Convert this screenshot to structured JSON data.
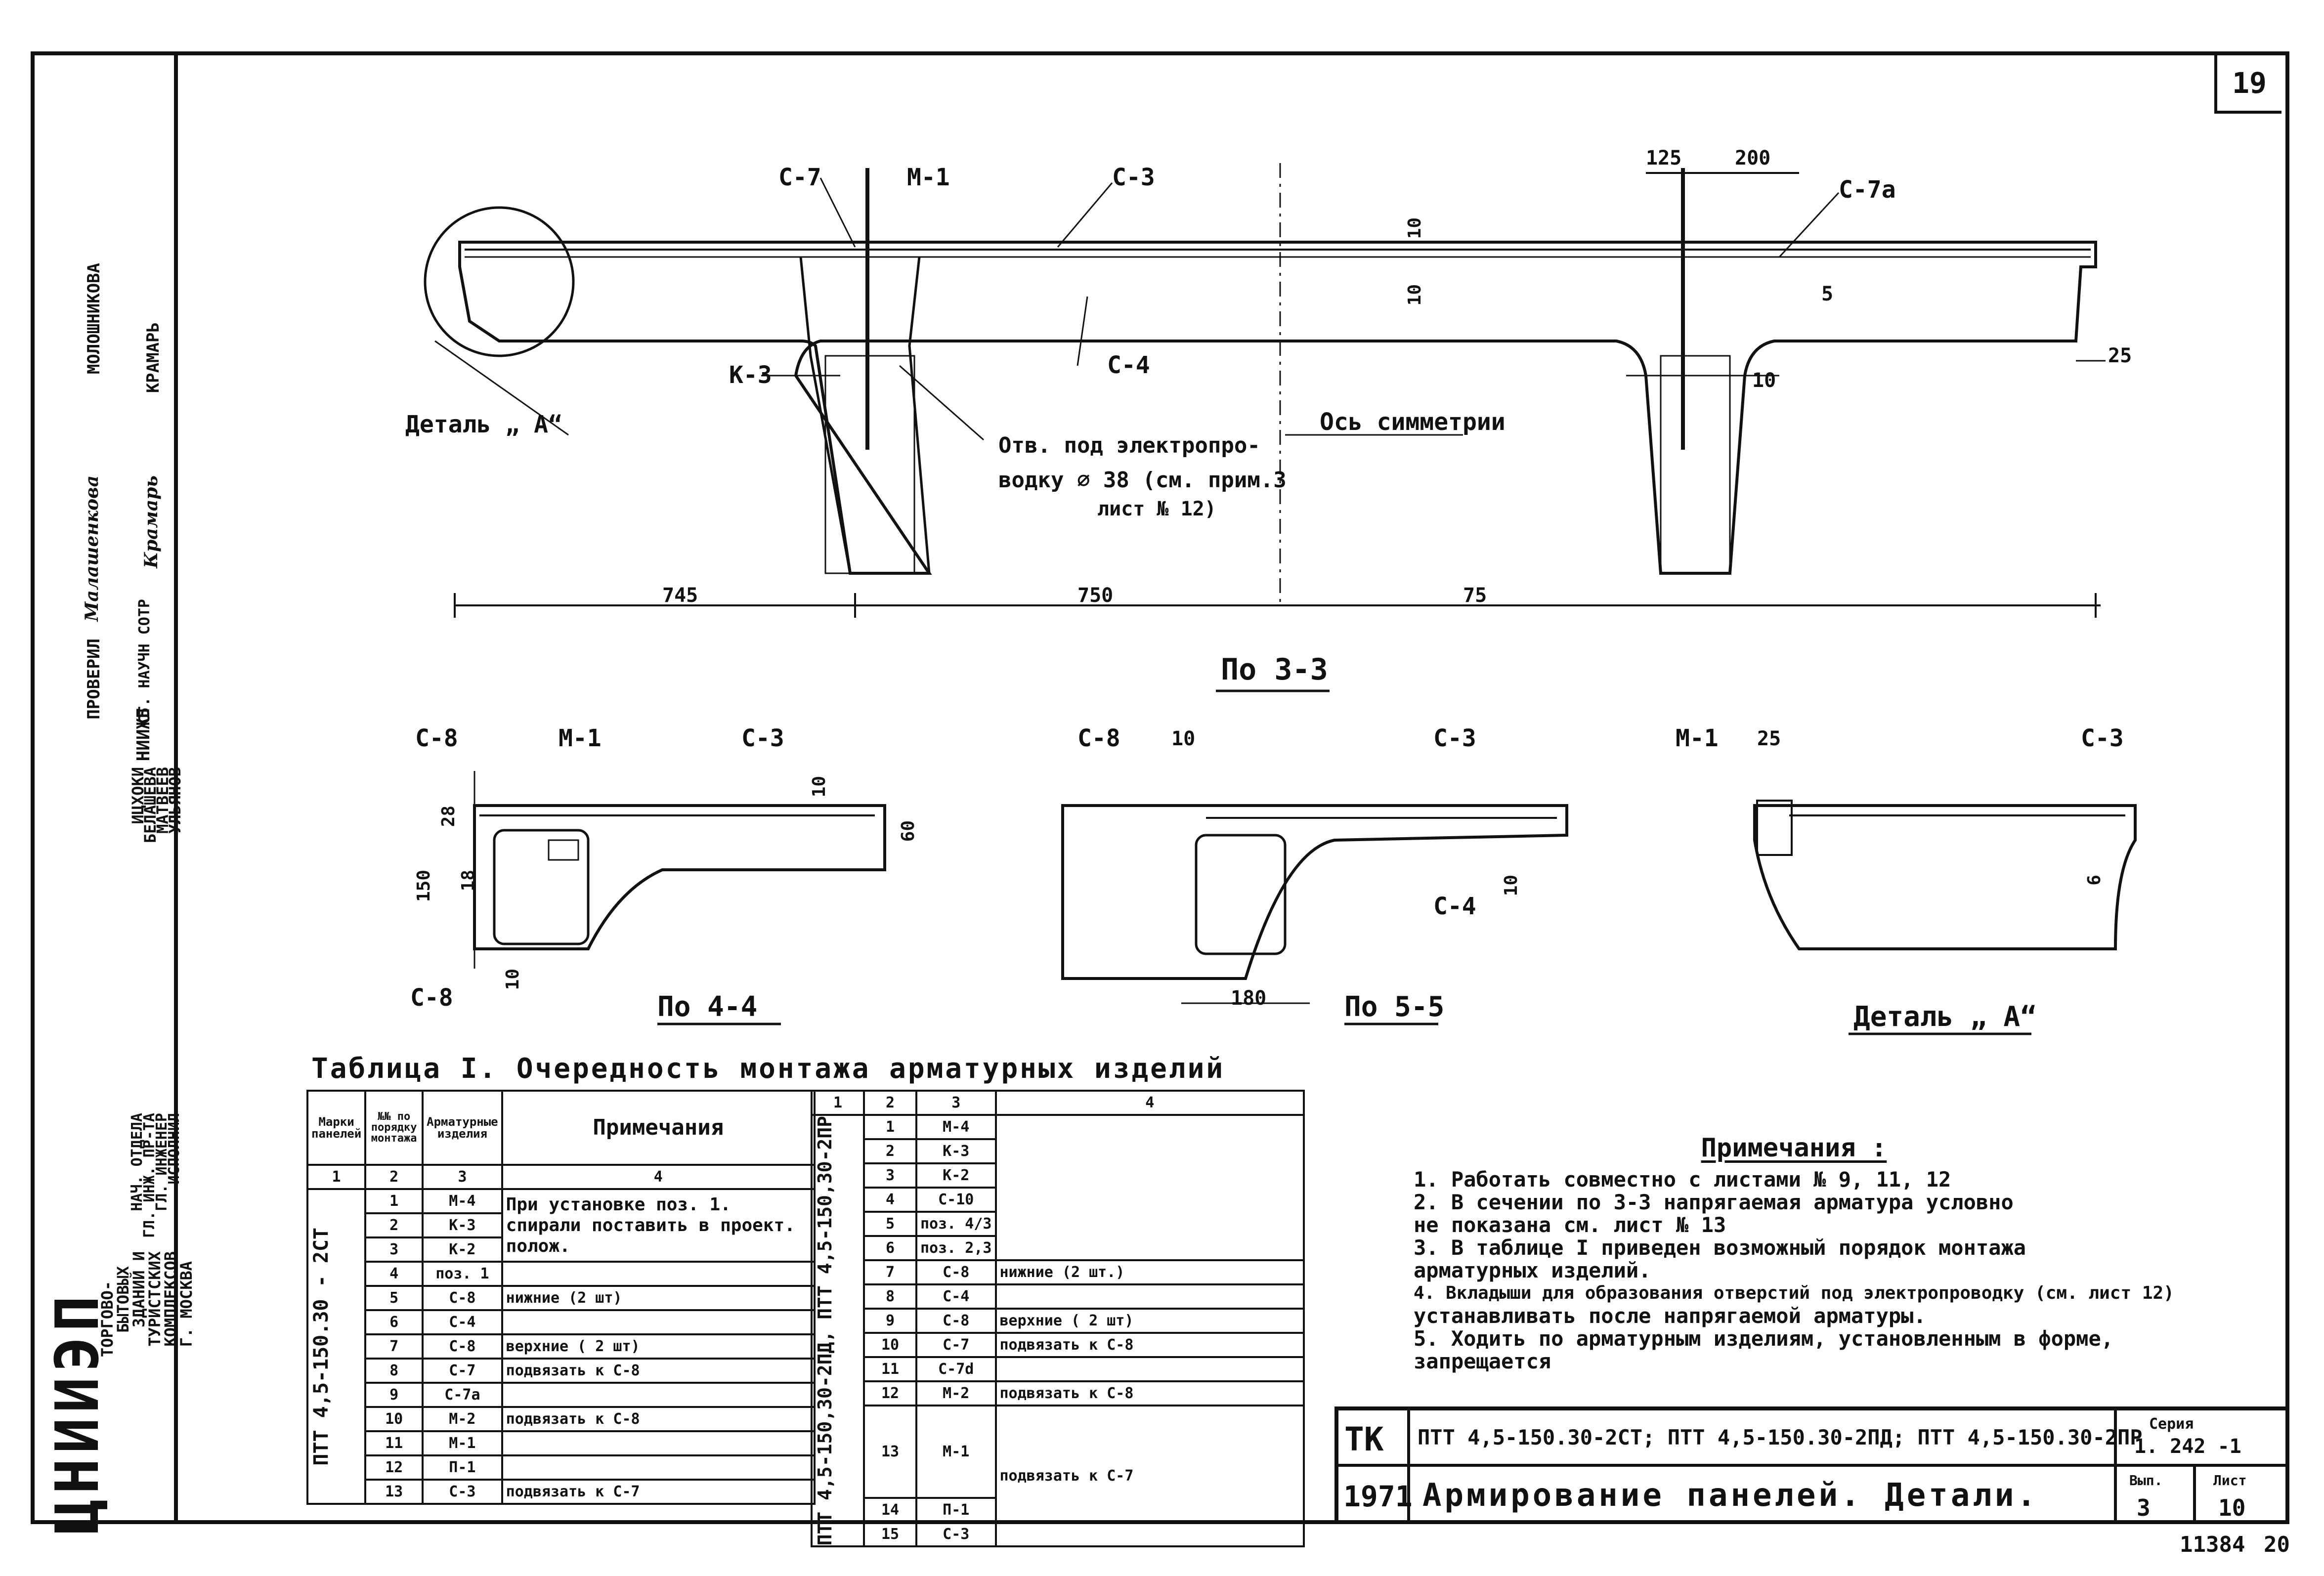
{
  "sheet_number": "19",
  "sidebar": {
    "org": "ЦНИИЭП",
    "org_detail": [
      "ТОРГОВО-",
      "БЫТОВЫХ",
      "ЗДАНИЙ И",
      "ТУРИСТСКИХ",
      "КОМПЛЕКСОВ",
      "Г. МОСКВА"
    ],
    "roles": [
      "НАЧ. ОТДЕЛА",
      "ГЛ. ИНЖ. ПР-ТА",
      "ГЛ. ИНЖЕНЕР",
      "ИСПОЛНИЛ"
    ],
    "people": [
      "ИЦХОКИ",
      "БЕЛАШЕВА",
      "МАТВЕЕВ",
      "УЛЬЯНОВ"
    ],
    "nii": "НИИЖБ",
    "check": "ПРОВЕРИЛ",
    "sci": "СТ. НАУЧН СОТР",
    "sig1": "Малашенкова",
    "sig2": "Крамарь",
    "check_name_1": "МОЛОШНИКОВА",
    "check_name_2": "КРАМАРЬ"
  },
  "section33": {
    "title": "По 3-3",
    "labels": {
      "c7": "С-7",
      "m1": "М-1",
      "c3": "С-3",
      "c4": "С-4",
      "k3": "К-3",
      "c7a": "С-7а",
      "detail": "Деталь „ А“",
      "axis": "Ось симметрии",
      "hole1": "Отв. под электропро-",
      "hole2": "водку ⌀ 38 (см. прим.3",
      "hole3": "лист № 12)"
    },
    "dims": {
      "d745": "745",
      "d750": "750",
      "d75": "75",
      "d125": "125",
      "d200": "200",
      "d10a": "10",
      "d10b": "10",
      "d10c": "10",
      "d25": "25",
      "d5": "5"
    }
  },
  "section44": {
    "title": "По 4-4",
    "labels": {
      "c8a": "С-8",
      "m1": "М-1",
      "c3": "С-3",
      "c8b": "С-8"
    },
    "dims": {
      "d28": "28",
      "d150": "150",
      "d18": "18",
      "d10a": "10",
      "d10b": "10",
      "d60": "60"
    }
  },
  "section55": {
    "title": "По 5-5",
    "labels": {
      "c8": "С-8",
      "c3": "С-3",
      "c4": "С-4"
    },
    "dims": {
      "d10a": "10",
      "d180": "180",
      "d10b": "10"
    }
  },
  "detailA": {
    "title": "Деталь „ А“",
    "labels": {
      "m1": "М-1",
      "c3": "С-3"
    },
    "dims": {
      "d25": "25",
      "d6": "6"
    }
  },
  "table1": {
    "title": "Таблица I. Очередность монтажа арматурных изделий",
    "headers": [
      "Марки панелей",
      "№№ по порядку монтажа",
      "Арматурные изделия",
      "Примечания"
    ],
    "index_row": [
      "1",
      "2",
      "3",
      "4"
    ],
    "panel": "ПТТ 4,5-150.30 - 2СТ",
    "rows": [
      [
        "1",
        "М-4"
      ],
      [
        "2",
        "К-3"
      ],
      [
        "3",
        "К-2"
      ],
      [
        "4",
        "поз. 1"
      ],
      [
        "5",
        "С-8"
      ],
      [
        "6",
        "С-4"
      ],
      [
        "7",
        "С-8"
      ],
      [
        "8",
        "С-7"
      ],
      [
        "9",
        "С-7а"
      ],
      [
        "10",
        "М-2"
      ],
      [
        "11",
        "М-1"
      ],
      [
        "12",
        "П-1"
      ],
      [
        "13",
        "С-3"
      ]
    ],
    "notes": {
      "n1": "При установке поз. 1. спирали поставить в проект. полож.",
      "n5": "нижние (2 шт)",
      "n7": "верхние ( 2 шт)",
      "n8": "подвязать к С-8",
      "n10": "подвязать к С-8",
      "n13": "подвязать к С-7"
    }
  },
  "table2": {
    "index_row": [
      "1",
      "2",
      "3",
      "4"
    ],
    "panel": "ПТТ 4,5-150,30-2ПД, ПТТ 4,5-150,30-2ПР",
    "rows": [
      [
        "1",
        "М-4"
      ],
      [
        "2",
        "К-3"
      ],
      [
        "3",
        "К-2"
      ],
      [
        "4",
        "С-10"
      ],
      [
        "5",
        "поз. 4/3"
      ],
      [
        "6",
        "поз. 2,3"
      ],
      [
        "7",
        "С-8"
      ],
      [
        "8",
        "С-4"
      ],
      [
        "9",
        "С-8"
      ],
      [
        "10",
        "С-7"
      ],
      [
        "11",
        "С-7d"
      ],
      [
        "12",
        "М-2"
      ],
      [
        "13",
        "М-1"
      ],
      [
        "14",
        "П-1"
      ],
      [
        "15",
        "С-3"
      ]
    ],
    "notes": {
      "n7": "нижние (2 шт.)",
      "n9": "верхние ( 2 шт)",
      "n10": "подвязать к С-8",
      "n12": "подвязать к С-8",
      "n15": "подвязать к С-7"
    }
  },
  "notes": {
    "title": "Примечания :",
    "items": [
      "1. Работать совместно с листами № 9, 11, 12",
      "2. В сечении по 3-3 напрягаемая арматура условно",
      "   не показана см. лист № 13",
      "3. В таблице I приведен возможный порядок монтажа",
      "   арматурных изделий.",
      "4. Вкладыши для образования отверстий под электропроводку (см. лист 12)",
      "   устанавливать после напрягаемой арматуры.",
      "5. Ходить по арматурным изделиям, установленным в форме,",
      "   запрещается"
    ]
  },
  "stamp": {
    "tk": "ТК",
    "year": "1971",
    "marks": "ПТТ 4,5-150.30-2СТ; ПТТ 4,5-150.30-2ПД; ПТТ 4,5-150.30-2ПР",
    "title": "Армирование панелей. Детали.",
    "series_label": "Серия",
    "series": "1. 242 -1",
    "issue_label": "Вып.",
    "issue": "3",
    "sheet_label": "Лист",
    "sheet": "10"
  },
  "outside": {
    "code": "11384",
    "num": "20"
  }
}
